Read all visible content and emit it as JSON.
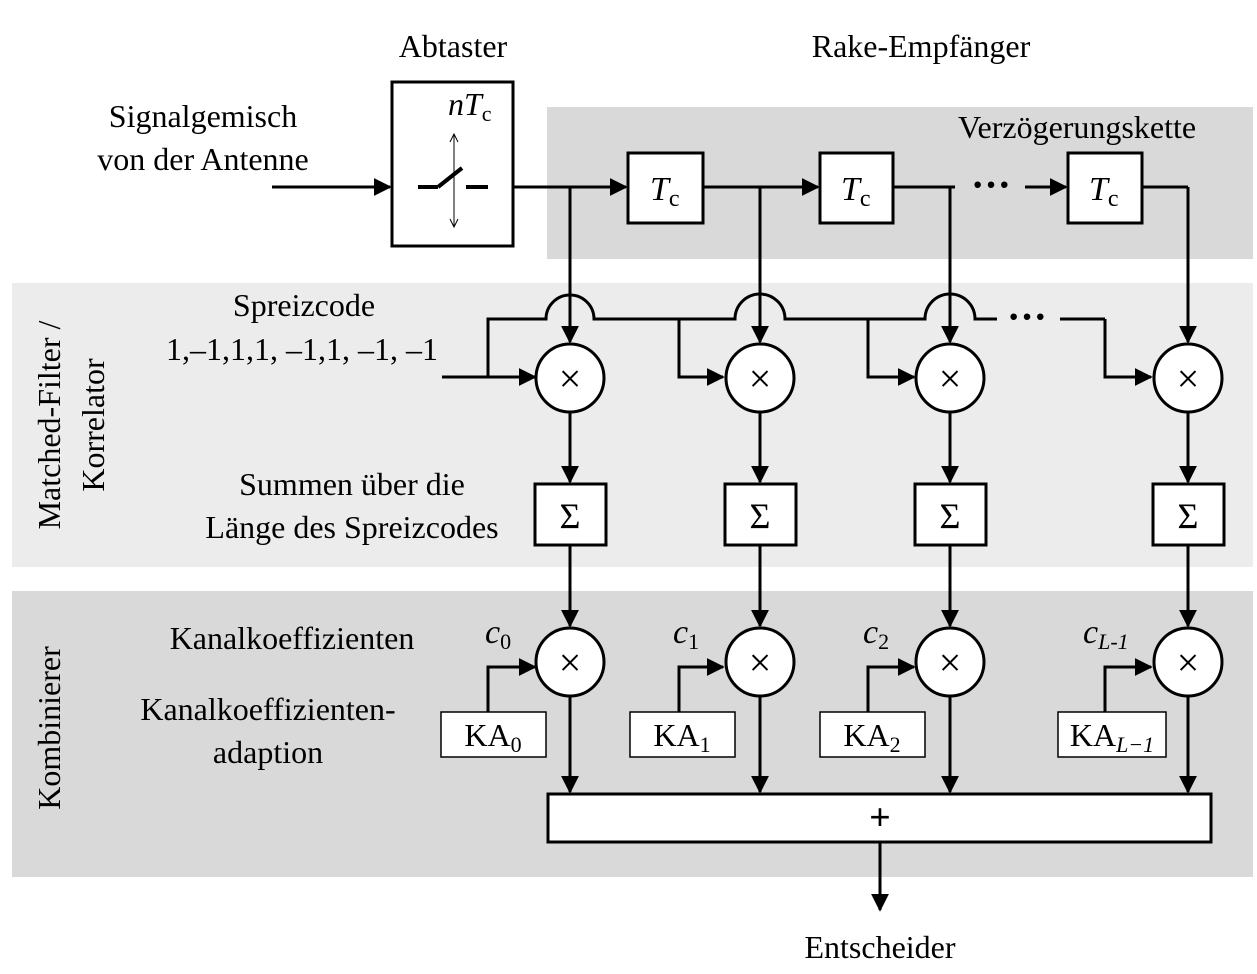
{
  "labels": {
    "sampler_title": "Abtaster",
    "rake_title": "Rake-Empfänger",
    "input_line1": "Signalgemisch",
    "input_line2": "von der Antenne",
    "sampler_rate_var": "n",
    "sampler_rate_T": "T",
    "sampler_rate_sub": "c",
    "delay_chain": "Verzögerungskette",
    "delay_T": "T",
    "delay_sub": "c",
    "ellipsis": "···",
    "spread_code_title": "Spreizcode",
    "spread_code_values": "1,–1,1,1, –1,1, –1, –1",
    "sum_line1": "Summen über die",
    "sum_line2": "Länge des Spreizcodes",
    "channel_coeffs": "Kanalkoeffizienten",
    "coeff_adapt_line1": "Kanalkoeffizienten-",
    "coeff_adapt_line2": "adaption",
    "section_correlator_line1": "Matched-Filter /",
    "section_correlator_line2": "Korrelator",
    "section_combiner": "Kombinierer",
    "multiply_symbol": "×",
    "sum_symbol": "Σ",
    "plus_symbol": "+",
    "decider": "Entscheider"
  },
  "branches": [
    {
      "coeff_c": "c",
      "coeff_sub": "0",
      "ka": "KA",
      "ka_sub": "0"
    },
    {
      "coeff_c": "c",
      "coeff_sub": "1",
      "ka": "KA",
      "ka_sub": "1"
    },
    {
      "coeff_c": "c",
      "coeff_sub": "2",
      "ka": "KA",
      "ka_sub": "2"
    },
    {
      "coeff_c": "c",
      "coeff_sub": "L-1",
      "ka": "KA",
      "ka_sub": "L−1"
    }
  ],
  "colors": {
    "delay_panel": "#d9d9d9",
    "correlator_panel": "#ececec",
    "combiner_panel": "#d9d9d9"
  }
}
